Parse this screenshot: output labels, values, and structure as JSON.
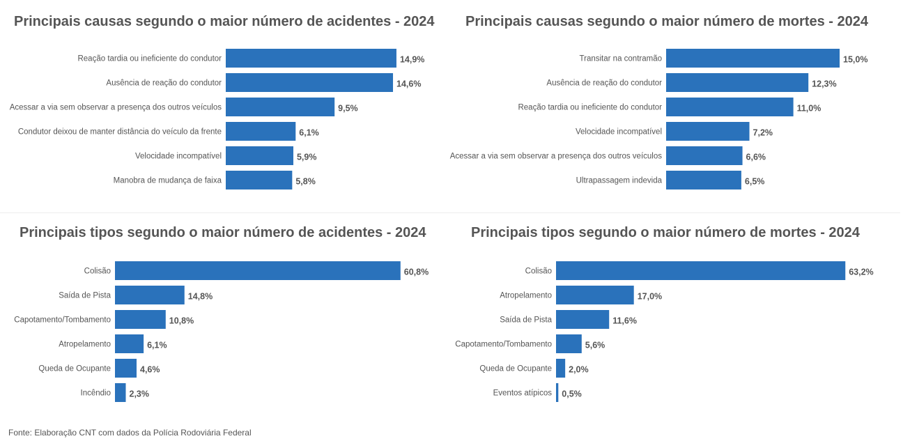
{
  "bar_color": "#2a72bb",
  "charts": [
    {
      "title": "Principais causas segundo o maior número de acidentes  - 2024",
      "chart_data": {
        "type": "bar",
        "orientation": "horizontal",
        "categories": [
          "Reação tardia ou ineficiente do condutor",
          "Ausência de reação do condutor",
          "Acessar a via sem observar a presença dos outros veículos",
          "Condutor deixou de manter distância do veículo da frente",
          "Velocidade incompatível",
          "Manobra de mudança de faixa"
        ],
        "values": [
          14.9,
          14.6,
          9.5,
          6.1,
          5.9,
          5.8
        ],
        "value_labels": [
          "14,9%",
          "14,6%",
          "9,5%",
          "6,1%",
          "5,9%",
          "5,8%"
        ],
        "unit": "%"
      }
    },
    {
      "title": "Principais causas segundo o maior número de mortes - 2024",
      "chart_data": {
        "type": "bar",
        "orientation": "horizontal",
        "categories": [
          "Transitar na contramão",
          "Ausência de reação do condutor",
          "Reação tardia ou ineficiente do condutor",
          "Velocidade incompatível",
          "Acessar a via sem observar a presença dos outros veículos",
          "Ultrapassagem indevida"
        ],
        "values": [
          15.0,
          12.3,
          11.0,
          7.2,
          6.6,
          6.5
        ],
        "value_labels": [
          "15,0%",
          "12,3%",
          "11,0%",
          "7,2%",
          "6,6%",
          "6,5%"
        ],
        "unit": "%"
      }
    },
    {
      "title": "Principais tipos segundo o maior número de acidentes  - 2024",
      "chart_data": {
        "type": "bar",
        "orientation": "horizontal",
        "categories": [
          "Colisão",
          "Saída de Pista",
          "Capotamento/Tombamento",
          "Atropelamento",
          "Queda de Ocupante",
          "Incêndio"
        ],
        "values": [
          60.8,
          14.8,
          10.8,
          6.1,
          4.6,
          2.3
        ],
        "value_labels": [
          "60,8%",
          "14,8%",
          "10,8%",
          "6,1%",
          "4,6%",
          "2,3%"
        ],
        "unit": "%"
      }
    },
    {
      "title": "Principais tipos segundo o maior número de mortes - 2024",
      "chart_data": {
        "type": "bar",
        "orientation": "horizontal",
        "categories": [
          "Colisão",
          "Atropelamento",
          "Saída de Pista",
          "Capotamento/Tombamento",
          "Queda de Ocupante",
          "Eventos atípicos"
        ],
        "values": [
          63.2,
          17.0,
          11.6,
          5.6,
          2.0,
          0.5
        ],
        "value_labels": [
          "63,2%",
          "17,0%",
          "11,6%",
          "5,6%",
          "2,0%",
          "0,5%"
        ],
        "unit": "%"
      }
    }
  ],
  "source": "Fonte: Elaboração CNT com dados da Polícia Rodoviária Federal"
}
